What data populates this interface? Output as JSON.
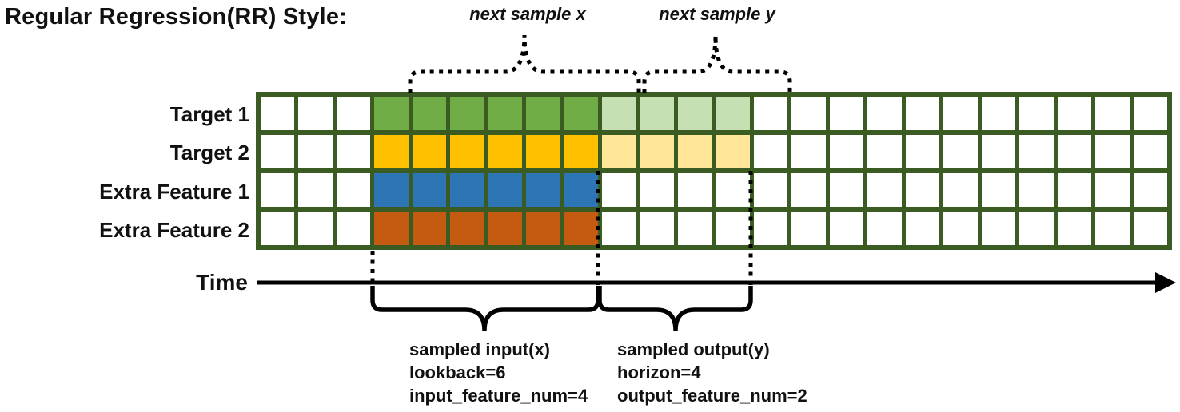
{
  "title": "Regular Regression(RR) Style:",
  "top_annotations": {
    "next_sample_x": "next sample x",
    "next_sample_y": "next sample y"
  },
  "grid": {
    "columns": 24,
    "empty_before": 3,
    "border_color": "#3A5B22",
    "rows": [
      {
        "label": "Target 1",
        "input_cells": 6,
        "output_cells": 4,
        "input_color": "#70AD47",
        "output_color": "#C6E0B4"
      },
      {
        "label": "Target 2",
        "input_cells": 6,
        "output_cells": 4,
        "input_color": "#FFC000",
        "output_color": "#FFE699"
      },
      {
        "label": "Extra Feature 1",
        "input_cells": 6,
        "output_cells": 0,
        "input_color": "#2E75B6",
        "output_color": null
      },
      {
        "label": "Extra Feature 2",
        "input_cells": 6,
        "output_cells": 0,
        "input_color": "#C55A11",
        "output_color": null
      }
    ]
  },
  "axis": {
    "label": "Time"
  },
  "input_annotation": {
    "line1": "sampled input(x)",
    "line2": "lookback=6",
    "line3": "input_feature_num=4"
  },
  "output_annotation": {
    "line1": "sampled output(y)",
    "line2": "horizon=4",
    "line3": "output_feature_num=2"
  },
  "colors": {
    "line": "#000000",
    "text": "#111111"
  }
}
